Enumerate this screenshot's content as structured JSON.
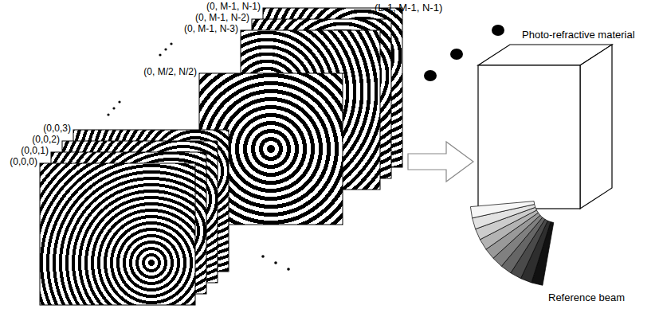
{
  "diagram": {
    "labels": [
      "(L-1, M-1, N-1)",
      "(0, M-1, N-1)",
      "(0, M-1, N-2)",
      "(0, M-1, N-3)",
      "(0, M/2, N/2)",
      "(0,0,3)",
      "(0,0,2)",
      "(0,0,1)",
      "(0,0,0)",
      "Photo-refractive material",
      "Reference beam"
    ]
  }
}
